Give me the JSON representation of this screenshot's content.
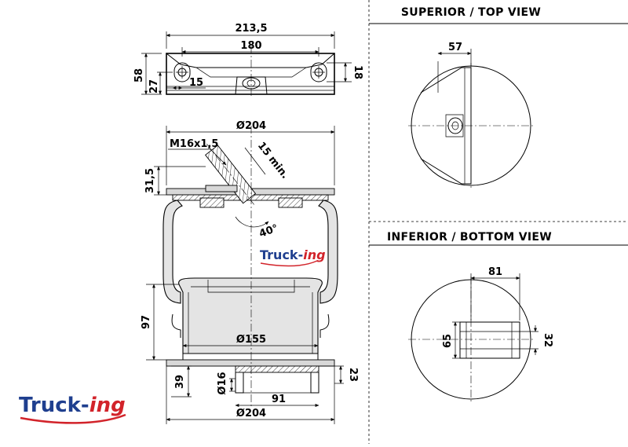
{
  "views": {
    "top_title": "SUPERIOR / TOP VIEW",
    "bottom_title": "INFERIOR / BOTTOM VIEW"
  },
  "dimensions": {
    "plate_width": "213,5",
    "hole_spacing": "180",
    "plate_height": "58",
    "hole_height": "27",
    "hole_offset": "15",
    "slot_width": "18",
    "top_diameter": "Ø204",
    "thread": "M16x1,5",
    "clearance": "15 min.",
    "top_height": "31,5",
    "angle": "40°",
    "lower_height": "97",
    "piston_diameter": "Ø155",
    "base_height": "39",
    "pin_diameter": "Ø16",
    "base_thickness": "23",
    "base_center_width": "91",
    "bottom_diameter": "Ø204",
    "top_view_offset": "57",
    "bottom_view_width": "81",
    "bottom_view_height": "65",
    "bottom_view_slot": "32"
  },
  "brand": {
    "name_main": "Truck-",
    "name_suffix": "ing",
    "main_color": "#1f3f8f",
    "accent_color": "#d2232a"
  }
}
